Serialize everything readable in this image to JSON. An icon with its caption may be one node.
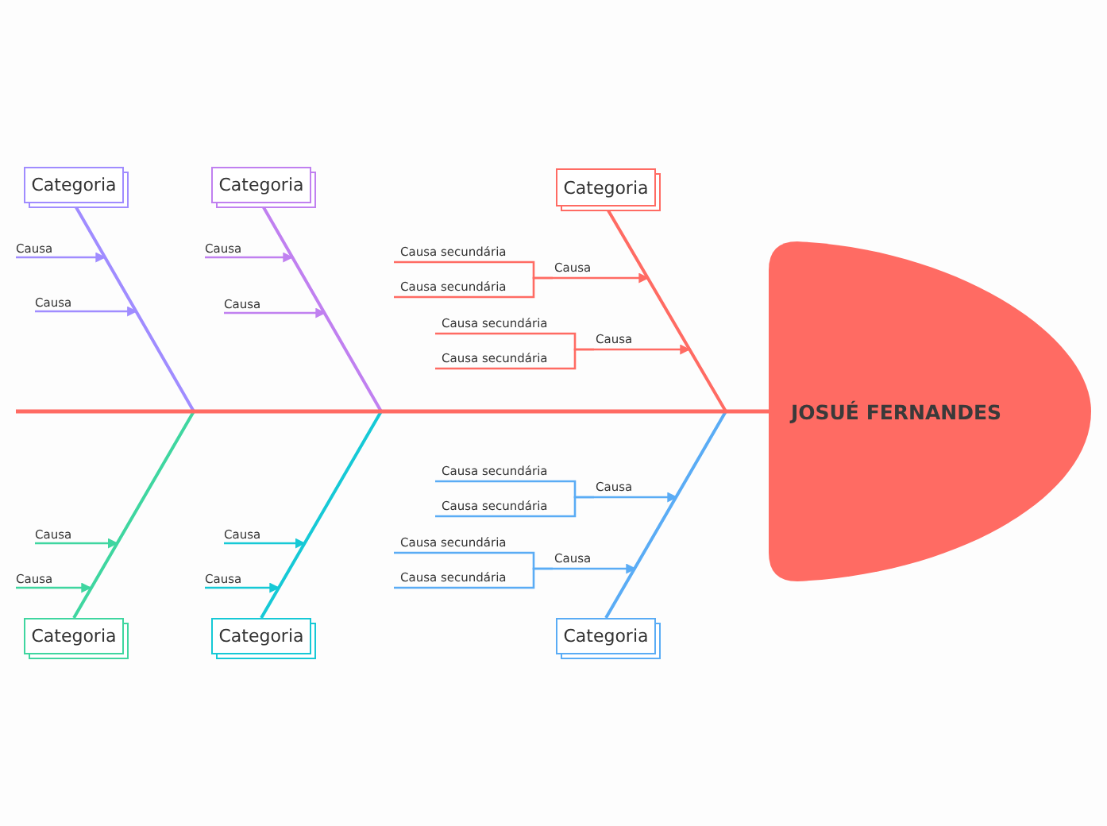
{
  "diagram": {
    "nodes": [
      {
        "text": [
          "Categoria"
        ]
      },
      {
        "text": [
          "Causa"
        ]
      },
      {
        "text": [
          "Causa"
        ]
      },
      {
        "text": [
          "Categoria"
        ]
      },
      {
        "text": [
          "Causa"
        ]
      },
      {
        "text": [
          "Causa"
        ]
      },
      {
        "text": [
          "Categoria"
        ]
      },
      {
        "text": [
          "Causa secundária"
        ]
      },
      {
        "text": [
          "Causa secundária"
        ]
      },
      {
        "text": [
          "Causa"
        ]
      },
      {
        "text": [
          "Causa secundária"
        ]
      },
      {
        "text": [
          "Causa secundária"
        ]
      },
      {
        "text": [
          "Causa"
        ]
      },
      {
        "text": [
          "JOSUÉ FERNANDES"
        ]
      },
      {
        "text": [
          "Causa secundária"
        ]
      },
      {
        "text": [
          "Causa secundária"
        ]
      },
      {
        "text": [
          "Causa"
        ]
      },
      {
        "text": [
          "Causa secundária"
        ]
      },
      {
        "text": [
          "Causa secundária"
        ]
      },
      {
        "text": [
          "Causa"
        ]
      },
      {
        "text": [
          "Causa"
        ]
      },
      {
        "text": [
          "Causa"
        ]
      },
      {
        "text": [
          "Causa"
        ]
      },
      {
        "text": [
          "Causa"
        ]
      },
      {
        "text": [
          "Categoria"
        ]
      },
      {
        "text": [
          "Categoria"
        ]
      },
      {
        "text": [
          "Categoria"
        ]
      }
    ],
    "edges": [
      {
        "from": 1,
        "to": null,
        "arrow": "to",
        "color": "#a08cff"
      },
      {
        "from": 2,
        "to": null,
        "arrow": "to",
        "color": "#a08cff"
      },
      {
        "from": 4,
        "to": null,
        "arrow": "to",
        "color": "#c080f0"
      },
      {
        "from": 5,
        "to": null,
        "arrow": "to",
        "color": "#c080f0"
      },
      {
        "from": 7,
        "to": 9,
        "arrow": "none",
        "color": "#ff6b63"
      },
      {
        "from": 8,
        "to": 9,
        "arrow": "none",
        "color": "#ff6b63"
      },
      {
        "from": 9,
        "to": null,
        "arrow": "to",
        "color": "#ff6b63"
      },
      {
        "from": 10,
        "to": 12,
        "arrow": "none",
        "color": "#ff6b63"
      },
      {
        "from": 11,
        "to": 12,
        "arrow": "none",
        "color": "#ff6b63"
      },
      {
        "from": 12,
        "to": null,
        "arrow": "to",
        "color": "#ff6b63"
      },
      {
        "from": 14,
        "to": 16,
        "arrow": "none",
        "color": "#5aacf5"
      },
      {
        "from": 15,
        "to": 16,
        "arrow": "none",
        "color": "#5aacf5"
      },
      {
        "from": 16,
        "to": null,
        "arrow": "to",
        "color": "#5aacf5"
      },
      {
        "from": 17,
        "to": 19,
        "arrow": "none",
        "color": "#5aacf5"
      },
      {
        "from": 18,
        "to": 19,
        "arrow": "none",
        "color": "#5aacf5"
      },
      {
        "from": 19,
        "to": null,
        "arrow": "to",
        "color": "#5aacf5"
      },
      {
        "from": 20,
        "to": null,
        "arrow": "to",
        "color": "#3fd6a0"
      },
      {
        "from": 21,
        "to": null,
        "arrow": "to",
        "color": "#3fd6a0"
      },
      {
        "from": 22,
        "to": null,
        "arrow": "to",
        "color": "#16c9d6"
      },
      {
        "from": 23,
        "to": null,
        "arrow": "to",
        "color": "#16c9d6"
      },
      {
        "from": 0,
        "to": 13,
        "arrow": "none",
        "color": "#a08cff"
      },
      {
        "from": 3,
        "to": 13,
        "arrow": "none",
        "color": "#c080f0"
      },
      {
        "from": 6,
        "to": 13,
        "arrow": "none",
        "color": "#ff6b63"
      },
      {
        "from": 24,
        "to": 13,
        "arrow": "none",
        "color": "#3fd6a0"
      },
      {
        "from": 25,
        "to": 13,
        "arrow": "none",
        "color": "#16c9d6"
      },
      {
        "from": 26,
        "to": 13,
        "arrow": "none",
        "color": "#5aacf5"
      }
    ]
  }
}
